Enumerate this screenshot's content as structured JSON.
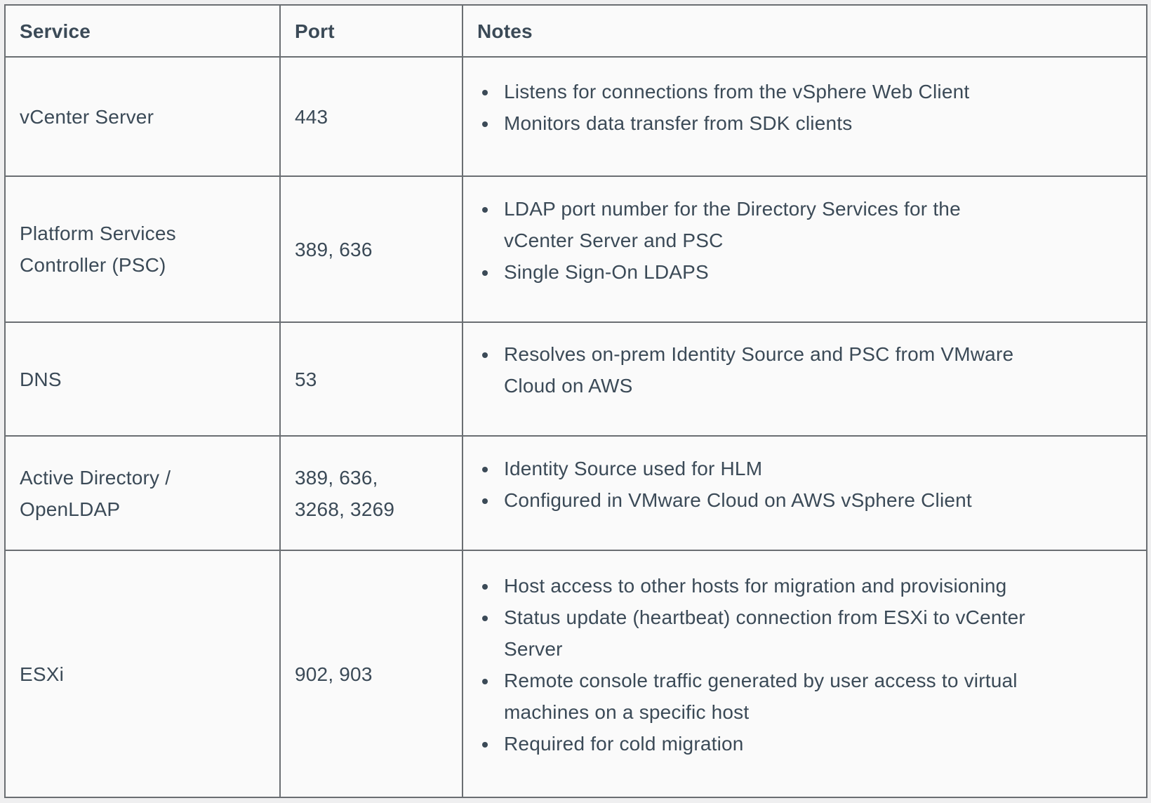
{
  "table": {
    "columns": [
      {
        "key": "service",
        "label": "Service"
      },
      {
        "key": "port",
        "label": "Port"
      },
      {
        "key": "notes",
        "label": "Notes"
      }
    ],
    "rows": [
      {
        "service": "vCenter Server",
        "port": "443",
        "notes": [
          "Listens for connections from the vSphere Web Client",
          "Monitors data transfer from SDK clients"
        ]
      },
      {
        "service": "Platform Services\nController (PSC)",
        "port": "389, 636",
        "notes": [
          "LDAP port number for the Directory Services for the\nvCenter Server and PSC",
          "Single Sign-On LDAPS"
        ]
      },
      {
        "service": "DNS",
        "port": "53",
        "notes": [
          "Resolves on-prem Identity Source and PSC from VMware\nCloud on AWS"
        ]
      },
      {
        "service": "Active Directory /\nOpenLDAP",
        "port": "389, 636,\n3268, 3269",
        "notes": [
          "Identity Source used for HLM",
          "Configured in VMware Cloud on AWS vSphere Client"
        ]
      },
      {
        "service": "ESXi",
        "port": "902, 903",
        "notes": [
          "Host access to other hosts for migration and provisioning",
          "Status update (heartbeat) connection from ESXi to vCenter\nServer",
          "Remote console traffic generated by user access to virtual\nmachines on a specific host",
          "Required for cold migration"
        ]
      }
    ]
  },
  "colors": {
    "text": "#3b4a57",
    "cell_background": "#fafafa",
    "page_background": "#efeff0",
    "border": "#6a6e72"
  }
}
